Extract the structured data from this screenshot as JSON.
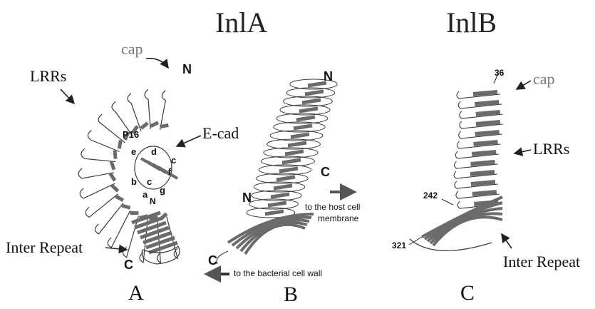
{
  "titles": {
    "inla": "InlA",
    "inlb": "InlB"
  },
  "panel_letters": {
    "a": "A",
    "b": "B",
    "c": "C"
  },
  "panel_a": {
    "cap": "cap",
    "n_term": "N",
    "lrrs": "LRRs",
    "ecad": "E-cad",
    "p16": "P16",
    "strands": [
      "e",
      "d",
      "c",
      "f",
      "b",
      "c",
      "g",
      "a",
      "N"
    ],
    "inter_repeat": "Inter Repeat",
    "c_term": "C"
  },
  "panel_b": {
    "n_top": "N",
    "c_mid": "C",
    "n_mid": "N",
    "c_bottom": "C",
    "host_note_line1": "to the host cell",
    "host_note_line2": "membrane",
    "bacterial_note": "to the bacterial cell wall"
  },
  "panel_c": {
    "res_36": "36",
    "cap": "cap",
    "lrrs": "LRRs",
    "res_242": "242",
    "res_321": "321",
    "inter_repeat": "Inter Repeat"
  },
  "colors": {
    "strand": "#6b6b6b",
    "coil": "#3a3a3a",
    "gray_label": "#777777",
    "arrow": "#555555"
  }
}
